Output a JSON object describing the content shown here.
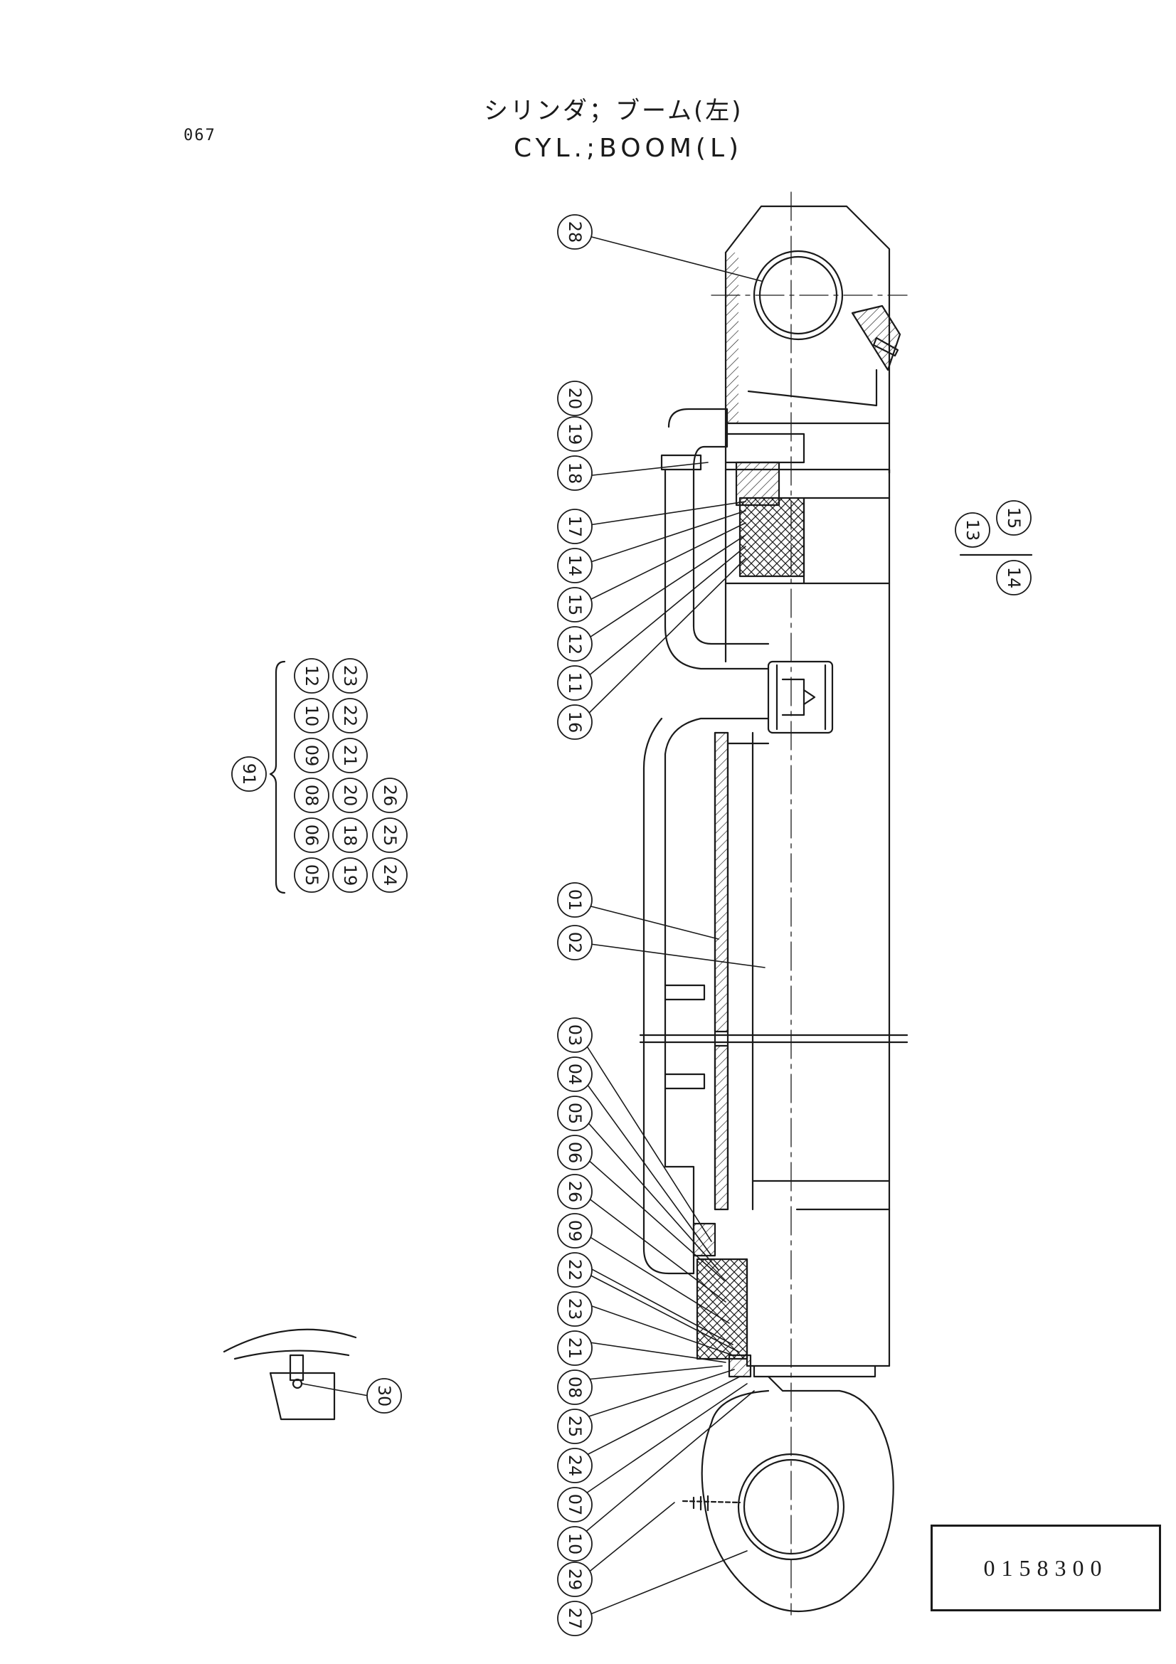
{
  "page_number": "067",
  "title": {
    "japanese": "シリンダ；ブーム(左)",
    "english": "CYL.;BOOM(L)"
  },
  "part_number": "0158300",
  "callouts_main": {
    "top_eye": "28",
    "upper_group_a": [
      "18",
      "19",
      "20"
    ],
    "upper_list": [
      "17",
      "14",
      "15",
      "12",
      "11",
      "16"
    ],
    "tube": [
      "01",
      "02"
    ],
    "lower_list": [
      "03",
      "04",
      "05",
      "06",
      "26",
      "09",
      "22",
      "23",
      "21",
      "08",
      "25",
      "24",
      "07",
      "10"
    ],
    "bottom": [
      "29",
      "27"
    ]
  },
  "callouts_right": {
    "top": [
      "13",
      "15"
    ],
    "bottom": [
      "14"
    ]
  },
  "kit_group": {
    "label": "91",
    "rows": [
      [
        "12",
        "23"
      ],
      [
        "10",
        "22"
      ],
      [
        "09",
        "21"
      ],
      [
        "08",
        "20",
        "26"
      ],
      [
        "06",
        "18",
        "25"
      ],
      [
        "05",
        "19",
        "24"
      ]
    ]
  },
  "detail_callout": "30",
  "colors": {
    "ink": "#1a1a1a",
    "paper": "#ffffff"
  }
}
